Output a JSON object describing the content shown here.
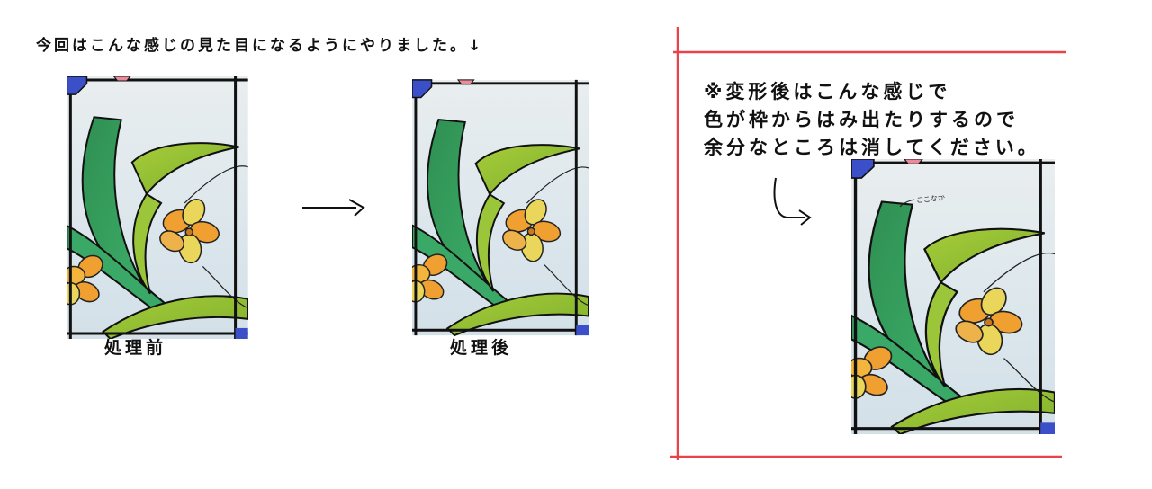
{
  "header": {
    "instruction": "今回はこんな感じの見た目になるようにやりました。↓"
  },
  "panels": {
    "before": {
      "caption": "処理前"
    },
    "after": {
      "caption": "処理後"
    }
  },
  "note": {
    "line1": "※変形後はこんな感じで",
    "line2": "色が枠からはみ出たりするので",
    "line3": "余分なところは消してください。",
    "pointer_label": "ここなか"
  },
  "colors": {
    "frame_red": "#e8424a",
    "lead_black": "#111111",
    "corner_blue": "#3a4fc8",
    "glass_green": "#2e9a5a",
    "leaf_yellow_green": "#8fbf2e",
    "petal_orange": "#f0a030",
    "petal_yellow": "#e9d65a",
    "glass_background": "#dfe8ec"
  },
  "icons": [
    "right-arrow-icon",
    "curved-arrow-icon"
  ]
}
